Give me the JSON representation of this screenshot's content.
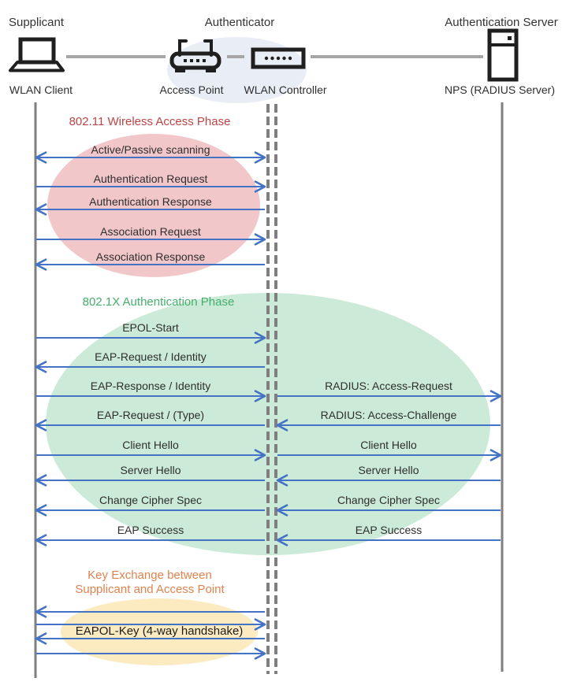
{
  "header": {
    "roles": [
      "Supplicant",
      "Authenticator",
      "Authentication Server"
    ],
    "devices": [
      "WLAN Client",
      "Access Point",
      "WLAN Controller",
      "NPS (RADIUS Server)"
    ]
  },
  "phase1": {
    "title": "802.11 Wireless Access Phase",
    "messages": [
      {
        "label": "Active/Passive scanning",
        "direction": "both"
      },
      {
        "label": "Authentication Request",
        "direction": "right"
      },
      {
        "label": "Authentication Response",
        "direction": "left"
      },
      {
        "label": "Association Request",
        "direction": "right"
      },
      {
        "label": "Association Response",
        "direction": "left"
      }
    ]
  },
  "phase2": {
    "title": "802.1X Authentication Phase",
    "left": [
      {
        "label": "EPOL-Start",
        "direction": "right"
      },
      {
        "label": "EAP-Request / Identity",
        "direction": "left"
      },
      {
        "label": "EAP-Response / Identity",
        "direction": "right"
      },
      {
        "label": "EAP-Request / (Type)",
        "direction": "left"
      },
      {
        "label": "Client Hello",
        "direction": "right"
      },
      {
        "label": "Server Hello",
        "direction": "left"
      },
      {
        "label": "Change Cipher Spec",
        "direction": "left"
      },
      {
        "label": "EAP Success",
        "direction": "left"
      }
    ],
    "right": [
      {
        "label": "RADIUS: Access-Request",
        "direction": "right"
      },
      {
        "label": "RADIUS: Access-Challenge",
        "direction": "left"
      },
      {
        "label": "Client Hello",
        "direction": "right"
      },
      {
        "label": "Server Hello",
        "direction": "left"
      },
      {
        "label": "Change Cipher Spec",
        "direction": "left"
      },
      {
        "label": "EAP Success",
        "direction": "left"
      }
    ]
  },
  "phase3": {
    "title_line1": "Key Exchange between",
    "title_line2": "Supplicant and Access Point",
    "message": "EAPOL-Key (4-way handshake)",
    "unlabeled_arrows": [
      "left",
      "right",
      "left",
      "right"
    ]
  },
  "colors": {
    "arrow": "#4472C4",
    "lifeline": "#7F7F7F",
    "connector": "#A6A6A6",
    "phase1_fill": "#F2C7CA",
    "phase1_title": "#BE4345",
    "phase2_fill": "#CBEAD7",
    "phase2_title": "#45AE6C",
    "phase3_fill": "#FCEAC0",
    "phase3_title": "#E0824F",
    "authenticator_fill": "#E9EDF6",
    "text": "#2E2E2E",
    "icon": "#1F1F1F"
  }
}
